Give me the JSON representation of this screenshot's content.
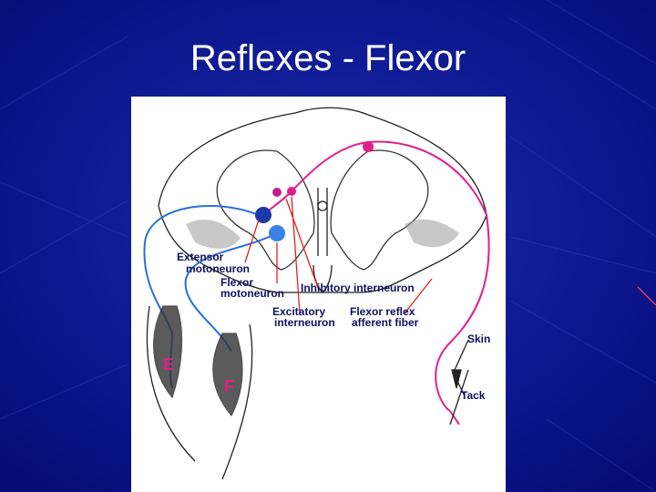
{
  "slide": {
    "title": "Reflexes - Flexor"
  },
  "colors": {
    "background": "#07108a",
    "panel": "#ffffff",
    "flexor_pathway": "#e0208a",
    "extensor_pathway": "#2a6fd8",
    "label_pointer": "#e02020",
    "label_text": "#101060"
  },
  "diagram": {
    "labels": {
      "extensor_motoneuron": [
        "Extensor",
        "motoneuron"
      ],
      "flexor_motoneuron": [
        "Flexor",
        "motoneuron"
      ],
      "inhibitory_interneuron": "Inhibitory interneuron",
      "excitatory_interneuron": [
        "Excitatory",
        "interneuron"
      ],
      "flexor_reflex_afferent": [
        "Flexor reflex",
        "afferent fiber"
      ],
      "skin": "Skin",
      "tack": "Tack",
      "muscle_extensor": "E",
      "muscle_flexor": "F"
    }
  }
}
